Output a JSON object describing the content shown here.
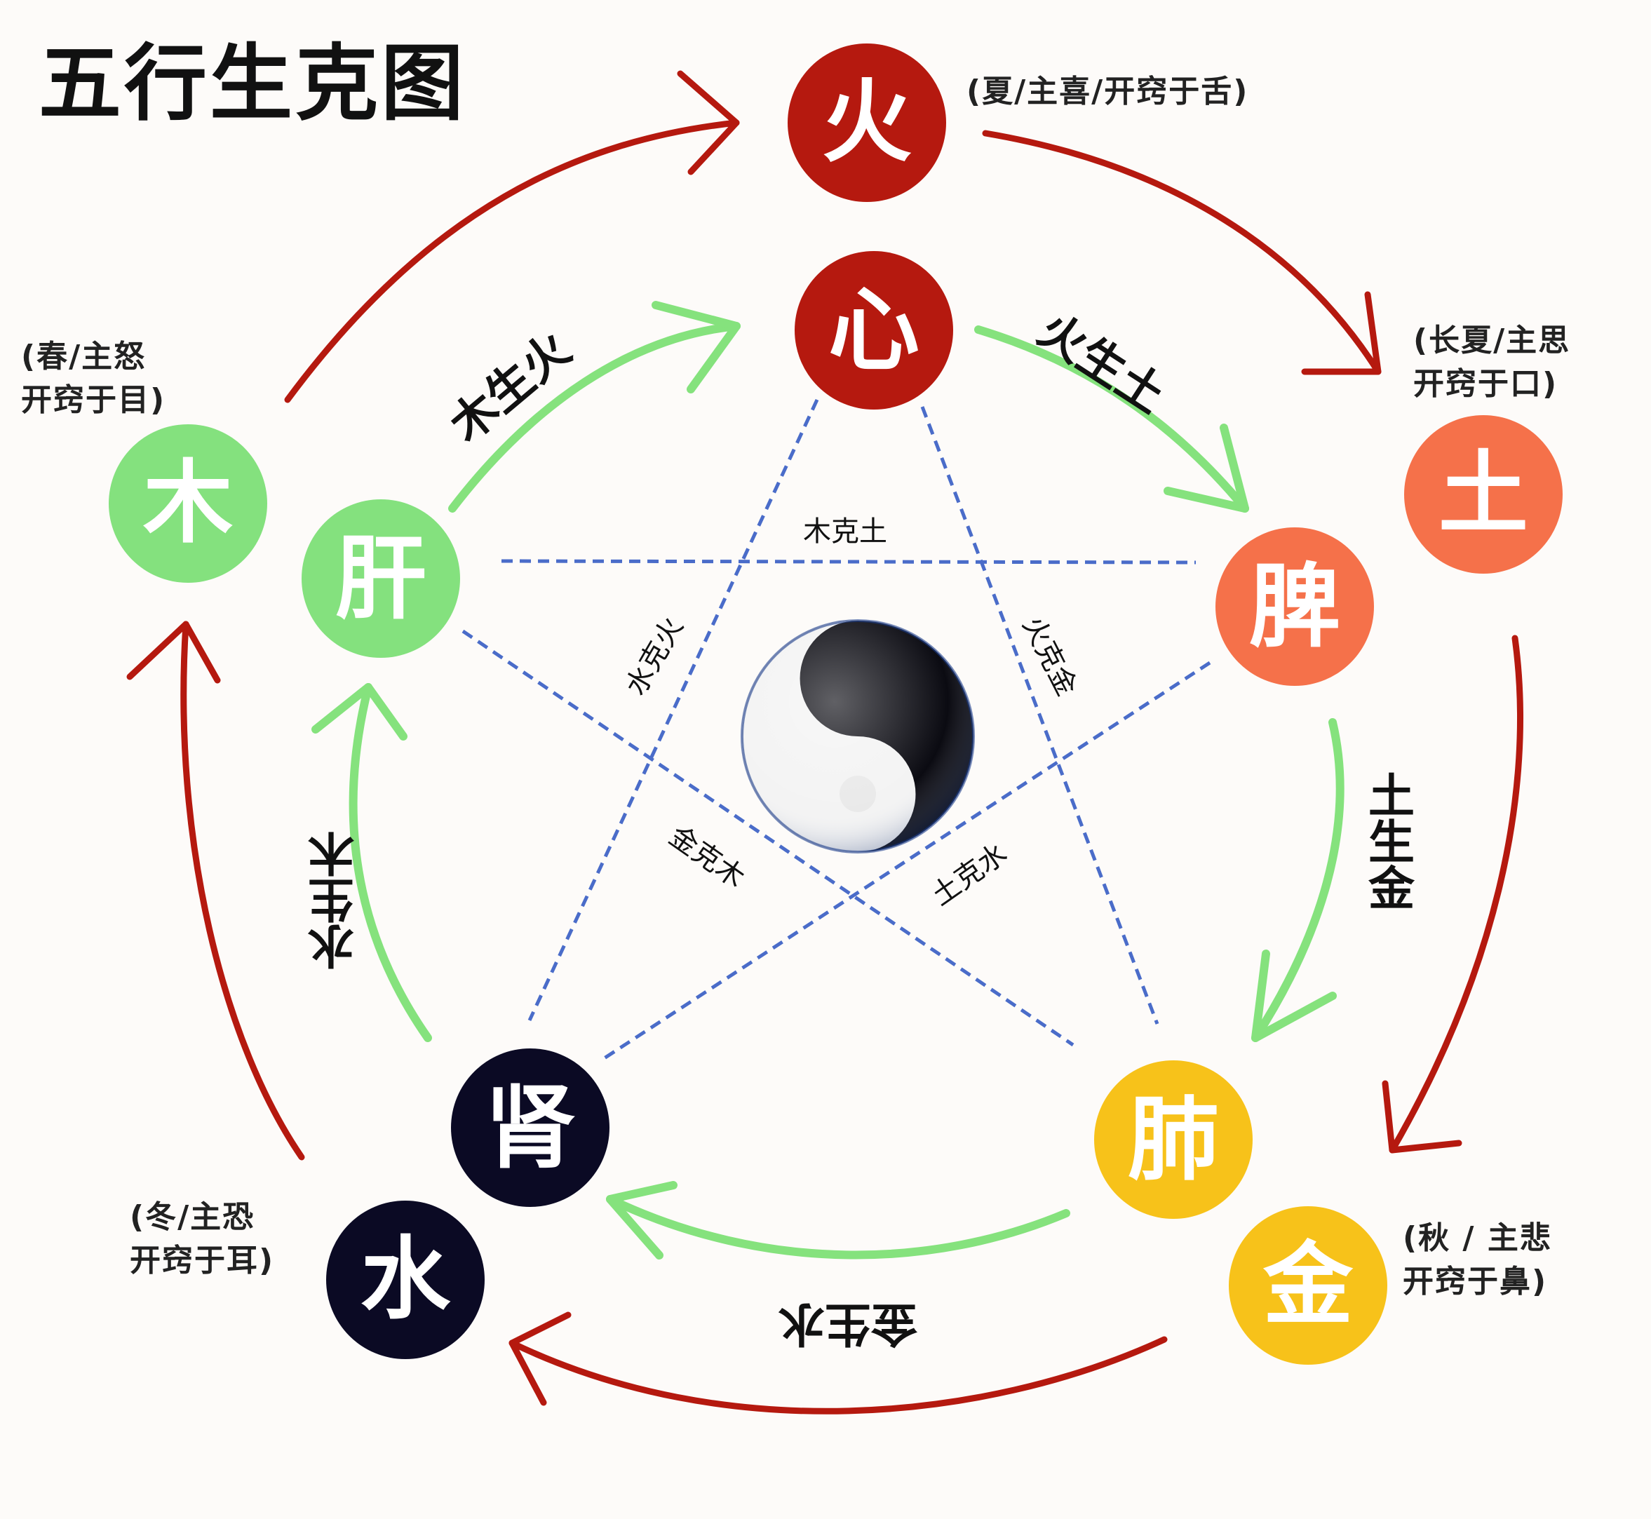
{
  "title": "五行生克图",
  "elements": {
    "fire": {
      "label": "火",
      "note": [
        "(夏/主喜/开窍于舌)"
      ],
      "color": "#b5190f"
    },
    "earth": {
      "label": "土",
      "note": [
        "(长夏/主思",
        "开窍于口)"
      ],
      "color": "#f5714a"
    },
    "metal": {
      "label": "金",
      "note": [
        "(秋 / 主悲",
        "开窍于鼻)"
      ],
      "color": "#f7c21a"
    },
    "water": {
      "label": "水",
      "note": [
        "(冬/主恐",
        "开窍于耳)"
      ],
      "color": "#0b0a24"
    },
    "wood": {
      "label": "木",
      "note": [
        "(春/主怒",
        "开窍于目)"
      ],
      "color": "#84e17e"
    }
  },
  "organs": {
    "heart": {
      "label": "心",
      "color": "#b5190f"
    },
    "spleen": {
      "label": "脾",
      "color": "#f5714a"
    },
    "lung": {
      "label": "肺",
      "color": "#f7c21a"
    },
    "kidney": {
      "label": "肾",
      "color": "#0b0a24"
    },
    "liver": {
      "label": "肝",
      "color": "#84e17e"
    }
  },
  "generating": {
    "wood_fire": "木生火",
    "fire_earth": "火生土",
    "earth_metal": "土生金",
    "metal_water": "金生水",
    "water_wood": "水生木"
  },
  "controlling": {
    "wood_earth": "木克土",
    "water_fire": "水克火",
    "fire_metal": "火克金",
    "metal_wood": "金克木",
    "earth_water": "土克水"
  },
  "colors": {
    "outer_arrow": "#b5190f",
    "inner_arrow": "#85e27d",
    "dashed_line": "#4a6cc9"
  },
  "center_icon": "yin-yang-icon"
}
